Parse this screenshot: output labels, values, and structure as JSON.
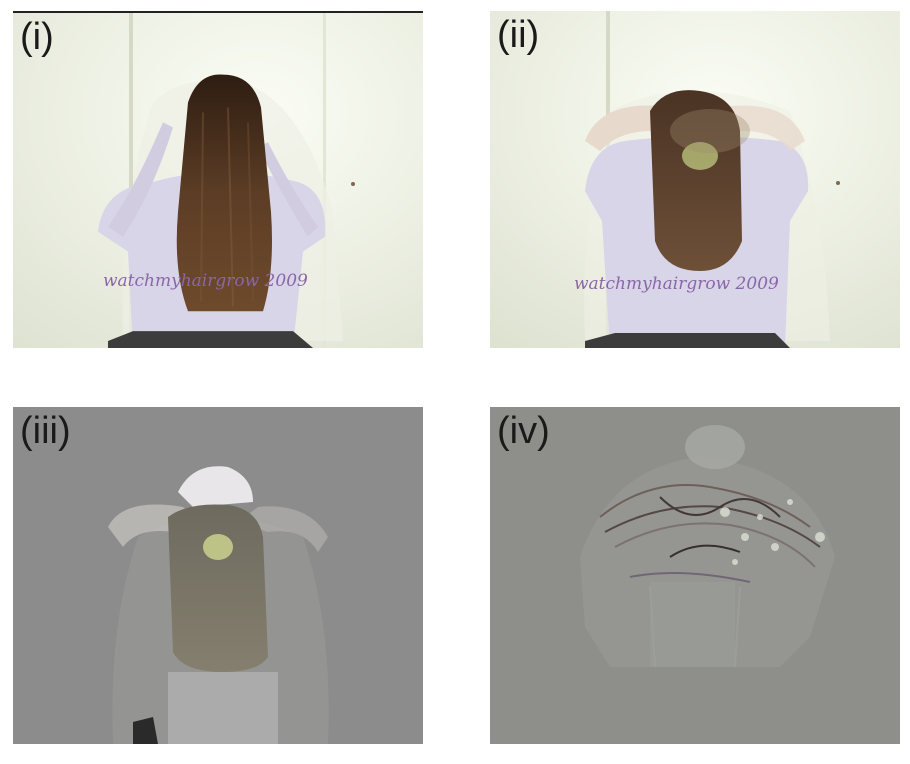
{
  "panels": [
    {
      "label": "(i)",
      "watermark": "watchmyhairgrow 2009"
    },
    {
      "label": "(ii)",
      "watermark": "watchmyhairgrow 2009"
    },
    {
      "label": "(iii)"
    },
    {
      "label": "(iv)"
    }
  ],
  "colors": {
    "frame_background": "#f4f6ee",
    "shirt": "#d9d5e8",
    "hair": "#5a3b24",
    "difference_gray": "#8c8c8c",
    "watermark": "#8a66a8"
  }
}
